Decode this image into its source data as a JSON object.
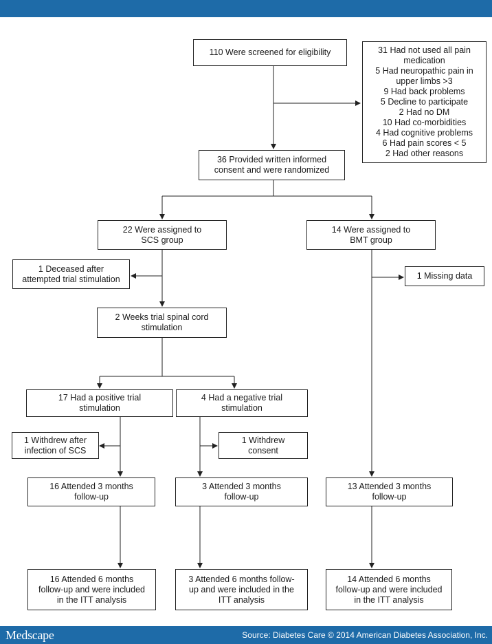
{
  "footer": {
    "logo": "Medscape",
    "source": "Source: Diabetes Care © 2014 American Diabetes Association, Inc."
  },
  "flow": {
    "screened": "110 Were screened for eligibility",
    "excluded": "31 Had not used all pain\nmedication\n5 Had neuropathic pain in\nupper limbs >3\n9 Had back problems\n5 Decline to participate\n2 Had no DM\n10 Had co-morbidities\n4 Had cognitive problems\n6 Had pain scores < 5\n2 Had other reasons",
    "randomized": "36 Provided written informed\nconsent and were randomized",
    "scs_assigned": "22 Were assigned to\nSCS group",
    "bmt_assigned": "14 Were assigned to\nBMT group",
    "scs_deceased": "1 Deceased after\nattempted trial stimulation",
    "bmt_missing": "1 Missing data",
    "trial": "2 Weeks trial spinal cord\nstimulation",
    "positive_trial": "17 Had a positive trial\nstimulation",
    "negative_trial": "4 Had a negative trial\nstimulation",
    "pos_withdrew": "1 Withdrew after\ninfection of SCS",
    "neg_withdrew": "1 Withdrew\nconsent",
    "pos_3m": "16 Attended 3 months\nfollow-up",
    "neg_3m": "3 Attended 3 months\nfollow-up",
    "bmt_3m": "13 Attended 3 months\nfollow-up",
    "pos_6m": "16 Attended 6 months\nfollow-up and were included\nin the ITT analysis",
    "neg_6m": "3 Attended 6 months follow-\nup and were included in the\nITT analysis",
    "bmt_6m": "14 Attended 6 months\nfollow-up and were included\nin the ITT analysis"
  }
}
